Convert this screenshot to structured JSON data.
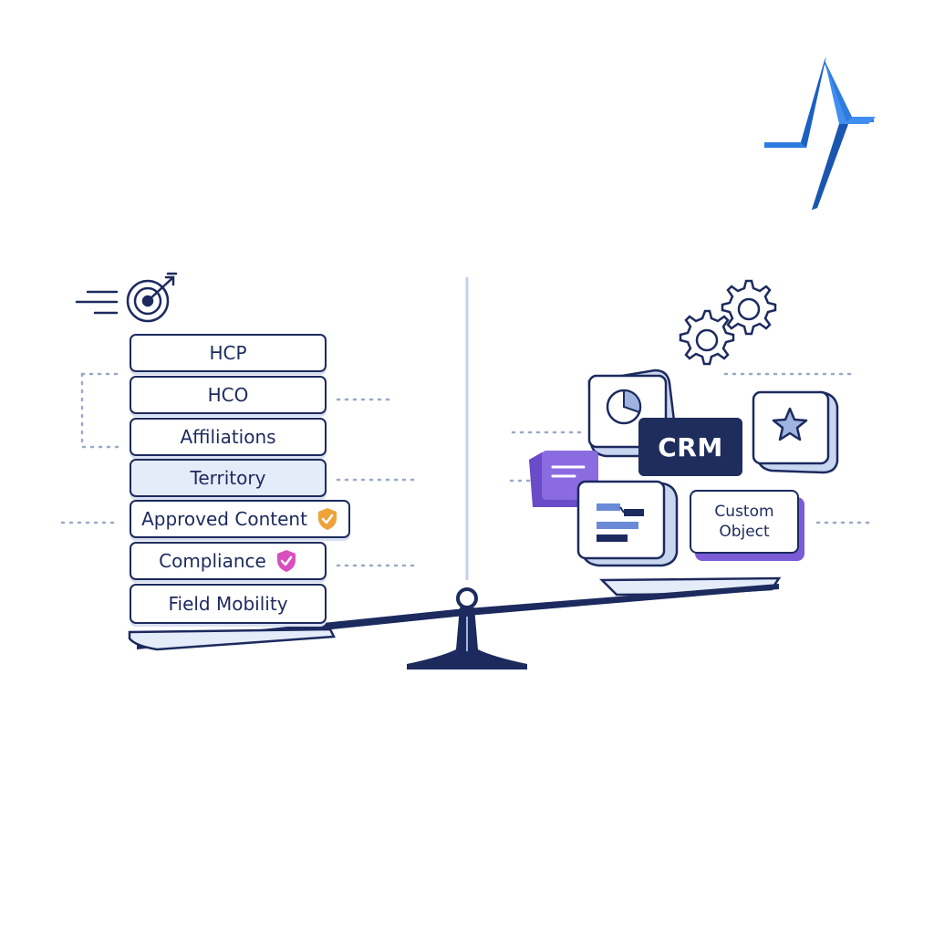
{
  "left_stack": {
    "items": [
      {
        "label": "HCP"
      },
      {
        "label": "HCO"
      },
      {
        "label": "Affiliations"
      },
      {
        "label": "Territory"
      },
      {
        "label": "Approved Content",
        "badge_icon": "shield-check-icon",
        "badge_color": "#f0a23a"
      },
      {
        "label": "Compliance",
        "badge_icon": "shield-check-icon",
        "badge_color": "#d94fbf"
      },
      {
        "label": "Field Mobility"
      }
    ],
    "header_icon": "target-arrow-icon"
  },
  "right_cluster": {
    "crm_label": "CRM",
    "custom_object_line1": "Custom",
    "custom_object_line2": "Object",
    "icons": [
      "gear-icon",
      "pie-chart-icon",
      "star-icon",
      "message-icon",
      "flow-icon"
    ]
  },
  "logo_icon": "brand-zigzag-icon",
  "colors": {
    "navy": "#1c2a5e",
    "brand_blue": "#2e7be0",
    "purple": "#7b5cd6",
    "light_blue": "#e4ecfa"
  }
}
